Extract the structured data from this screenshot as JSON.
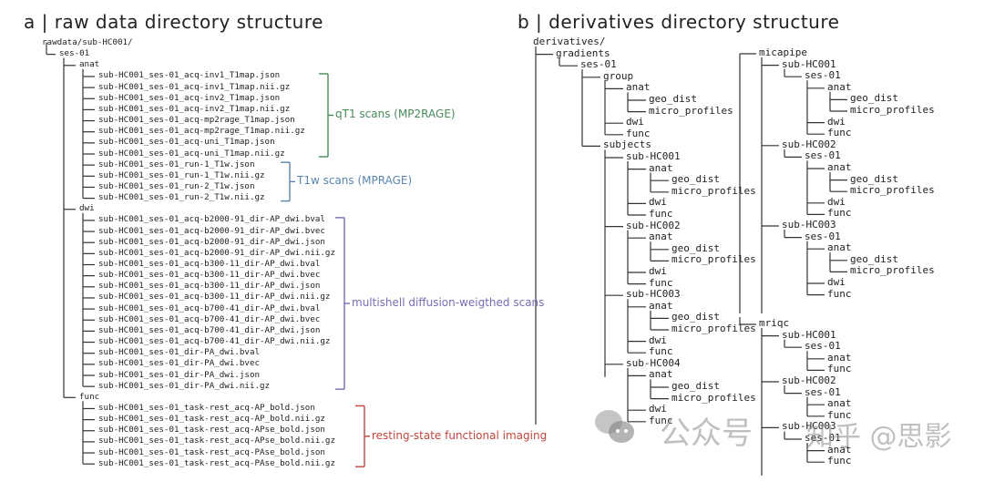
{
  "panel_a": {
    "title": "a | raw data directory structure",
    "root": "rawdata/sub-HC001/",
    "session": "ses-01",
    "folders": [
      {
        "name": "anat",
        "files": [
          "sub-HC001_ses-01_acq-inv1_T1map.json",
          "sub-HC001_ses-01_acq-inv1_T1map.nii.gz",
          "sub-HC001_ses-01_acq-inv2_T1map.json",
          "sub-HC001_ses-01_acq-inv2_T1map.nii.gz",
          "sub-HC001_ses-01_acq-mp2rage_T1map.json",
          "sub-HC001_ses-01_acq-mp2rage_T1map.nii.gz",
          "sub-HC001_ses-01_acq-uni_T1map.json",
          "sub-HC001_ses-01_acq-uni_T1map.nii.gz",
          "sub-HC001_ses-01_run-1_T1w.json",
          "sub-HC001_ses-01_run-1_T1w.nii.gz",
          "sub-HC001_ses-01_run-2_T1w.json",
          "sub-HC001_ses-01_run-2_T1w.nii.gz"
        ]
      },
      {
        "name": "dwi",
        "files": [
          "sub-HC001_ses-01_acq-b2000-91_dir-AP_dwi.bval",
          "sub-HC001_ses-01_acq-b2000-91_dir-AP_dwi.bvec",
          "sub-HC001_ses-01_acq-b2000-91_dir-AP_dwi.json",
          "sub-HC001_ses-01_acq-b2000-91_dir-AP_dwi.nii.gz",
          "sub-HC001_ses-01_acq-b300-11_dir-AP_dwi.bval",
          "sub-HC001_ses-01_acq-b300-11_dir-AP_dwi.bvec",
          "sub-HC001_ses-01_acq-b300-11_dir-AP_dwi.json",
          "sub-HC001_ses-01_acq-b300-11_dir-AP_dwi.nii.gz",
          "sub-HC001_ses-01_acq-b700-41_dir-AP_dwi.bval",
          "sub-HC001_ses-01_acq-b700-41_dir-AP_dwi.bvec",
          "sub-HC001_ses-01_acq-b700-41_dir-AP_dwi.json",
          "sub-HC001_ses-01_acq-b700-41_dir-AP_dwi.nii.gz",
          "sub-HC001_ses-01_dir-PA_dwi.bval",
          "sub-HC001_ses-01_dir-PA_dwi.bvec",
          "sub-HC001_ses-01_dir-PA_dwi.json",
          "sub-HC001_ses-01_dir-PA_dwi.nii.gz"
        ]
      },
      {
        "name": "func",
        "files": [
          "sub-HC001_ses-01_task-rest_acq-AP_bold.json",
          "sub-HC001_ses-01_task-rest_acq-AP_bold.nii.gz",
          "sub-HC001_ses-01_task-rest_acq-APse_bold.json",
          "sub-HC001_ses-01_task-rest_acq-APse_bold.nii.gz",
          "sub-HC001_ses-01_task-rest_acq-PAse_bold.json",
          "sub-HC001_ses-01_task-rest_acq-PAse_bold.nii.gz"
        ]
      }
    ],
    "annotations": [
      {
        "label": "qT1 scans (MP2RAGE)",
        "color": "#4a8a5a"
      },
      {
        "label": "T1w scans (MPRAGE)",
        "color": "#5a86b0"
      },
      {
        "label": "multishell diffusion-weigthed scans",
        "color": "#7b6bb5"
      },
      {
        "label": "resting-state functional imaging",
        "color": "#c0453c"
      }
    ]
  },
  "panel_b": {
    "title": "b | derivatives directory structure",
    "root": "derivatives/",
    "gradients": {
      "name": "gradients",
      "session": "ses-01",
      "group": {
        "name": "group",
        "anat": "anat",
        "anat_children": [
          "geo_dist",
          "micro_profiles"
        ],
        "dwi": "dwi",
        "func": "func"
      },
      "subjects_label": "subjects",
      "subjects": [
        {
          "name": "sub-HC001",
          "anat": "anat",
          "anat_children": [
            "geo_dist",
            "micro_profiles"
          ],
          "dwi": "dwi",
          "func": "func"
        },
        {
          "name": "sub-HC002",
          "anat": "anat",
          "anat_children": [
            "geo_dist",
            "micro_profiles"
          ],
          "dwi": "dwi",
          "func": "func"
        },
        {
          "name": "sub-HC003",
          "anat": "anat",
          "anat_children": [
            "geo_dist",
            "micro_profiles"
          ],
          "dwi": "dwi",
          "func": "func"
        },
        {
          "name": "sub-HC004",
          "anat": "anat",
          "anat_children": [
            "geo_dist",
            "micro_profiles"
          ],
          "dwi": "dwi",
          "func": "func"
        }
      ]
    },
    "micapipe": {
      "name": "micapipe",
      "subjects": [
        {
          "name": "sub-HC001",
          "session": "ses-01",
          "anat": "anat",
          "anat_children": [
            "geo_dist",
            "micro_profiles"
          ],
          "dwi": "dwi",
          "func": "func"
        },
        {
          "name": "sub-HC002",
          "session": "ses-01",
          "anat": "anat",
          "anat_children": [
            "geo_dist",
            "micro_profiles"
          ],
          "dwi": "dwi",
          "func": "func"
        },
        {
          "name": "sub-HC003",
          "session": "ses-01",
          "anat": "anat",
          "anat_children": [
            "geo_dist",
            "micro_profiles"
          ],
          "dwi": "dwi",
          "func": "func"
        }
      ]
    },
    "mriqc": {
      "name": "mriqc",
      "subjects": [
        {
          "name": "sub-HC001",
          "session": "ses-01",
          "children": [
            "anat",
            "func"
          ]
        },
        {
          "name": "sub-HC002",
          "session": "ses-01",
          "children": [
            "anat",
            "func"
          ]
        },
        {
          "name": "sub-HC003",
          "session": "ses-01",
          "children": [
            "anat",
            "func"
          ]
        }
      ]
    }
  },
  "watermark": {
    "text_left": "公众号",
    "text_right": "知乎 @思影",
    "icon": "wechat-icon"
  }
}
